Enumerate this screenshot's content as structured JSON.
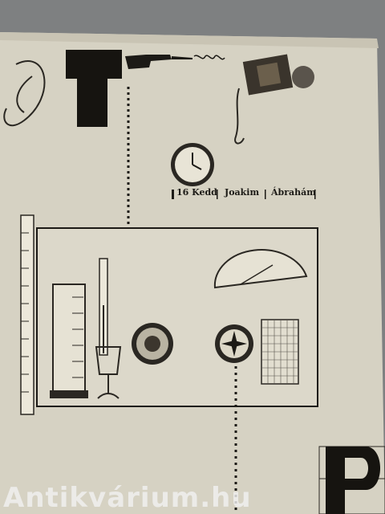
{
  "calendar": {
    "day": "16 Kedd",
    "name1": "Joakim",
    "name2": "Ábrahám"
  },
  "watermark": "Antikvárium.hu",
  "colors": {
    "paper": "#d9d4c4",
    "ink": "#1c1a16",
    "background": "#8a8c8d"
  }
}
